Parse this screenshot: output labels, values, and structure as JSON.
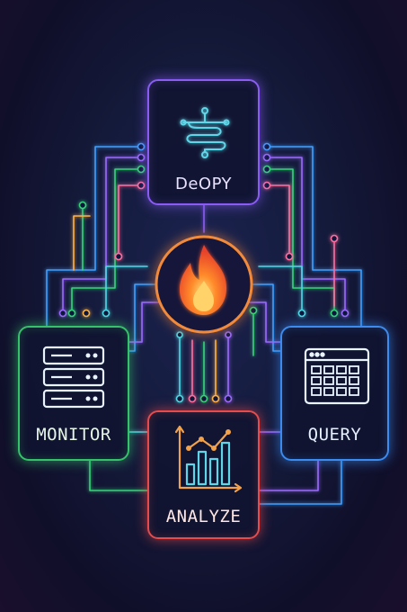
{
  "nodes": {
    "deploy": {
      "label": "DeOPY",
      "color": "#8a5cf5",
      "icon": "pipeline-icon"
    },
    "monitor": {
      "label": "MONITOR",
      "color": "#36c26a",
      "icon": "server-stack-icon"
    },
    "query": {
      "label": "QUERY",
      "color": "#3b8bf0",
      "icon": "table-grid-icon"
    },
    "analyze": {
      "label": "ANALYZE",
      "color": "#ea4a4a",
      "icon": "bar-chart-icon"
    },
    "hub": {
      "icon": "flame-icon",
      "color": "#f28a3a"
    }
  },
  "wire_colors": [
    "#3fa0ff",
    "#9b6bff",
    "#36d47a",
    "#ff6fa0",
    "#ffb347",
    "#4fd8e6"
  ]
}
